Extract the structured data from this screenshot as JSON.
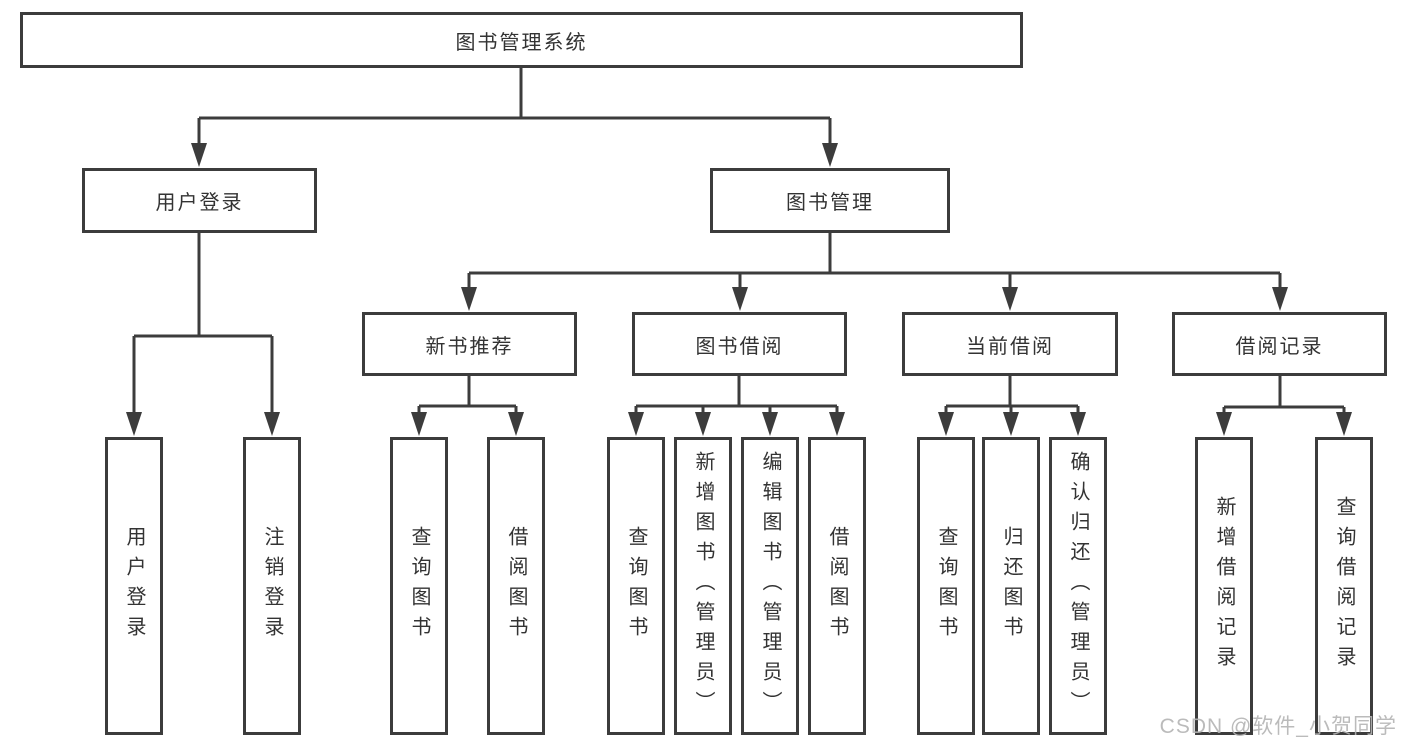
{
  "diagram_type": "tree-diagram",
  "colors": {
    "line": "#3c3c3c",
    "box_border": "#3c3c3c",
    "text": "#333333",
    "watermark": "#b4b4b4",
    "background": "#ffffff"
  },
  "watermark": "CSDN @软件_小贺同学",
  "tree": {
    "label": "图书管理系统",
    "children": [
      {
        "label": "用户登录",
        "children": [
          {
            "label": "用户登录"
          },
          {
            "label": "注销登录"
          }
        ]
      },
      {
        "label": "图书管理",
        "children": [
          {
            "label": "新书推荐",
            "children": [
              {
                "label": "查询图书"
              },
              {
                "label": "借阅图书"
              }
            ]
          },
          {
            "label": "图书借阅",
            "children": [
              {
                "label": "查询图书"
              },
              {
                "label": "新增图书（管理员）"
              },
              {
                "label": "编辑图书（管理员）"
              },
              {
                "label": "借阅图书"
              }
            ]
          },
          {
            "label": "当前借阅",
            "children": [
              {
                "label": "查询图书"
              },
              {
                "label": "归还图书"
              },
              {
                "label": "确认归还（管理员）"
              }
            ]
          },
          {
            "label": "借阅记录",
            "children": [
              {
                "label": "新增借阅记录"
              },
              {
                "label": "查询借阅记录"
              }
            ]
          }
        ]
      }
    ]
  }
}
